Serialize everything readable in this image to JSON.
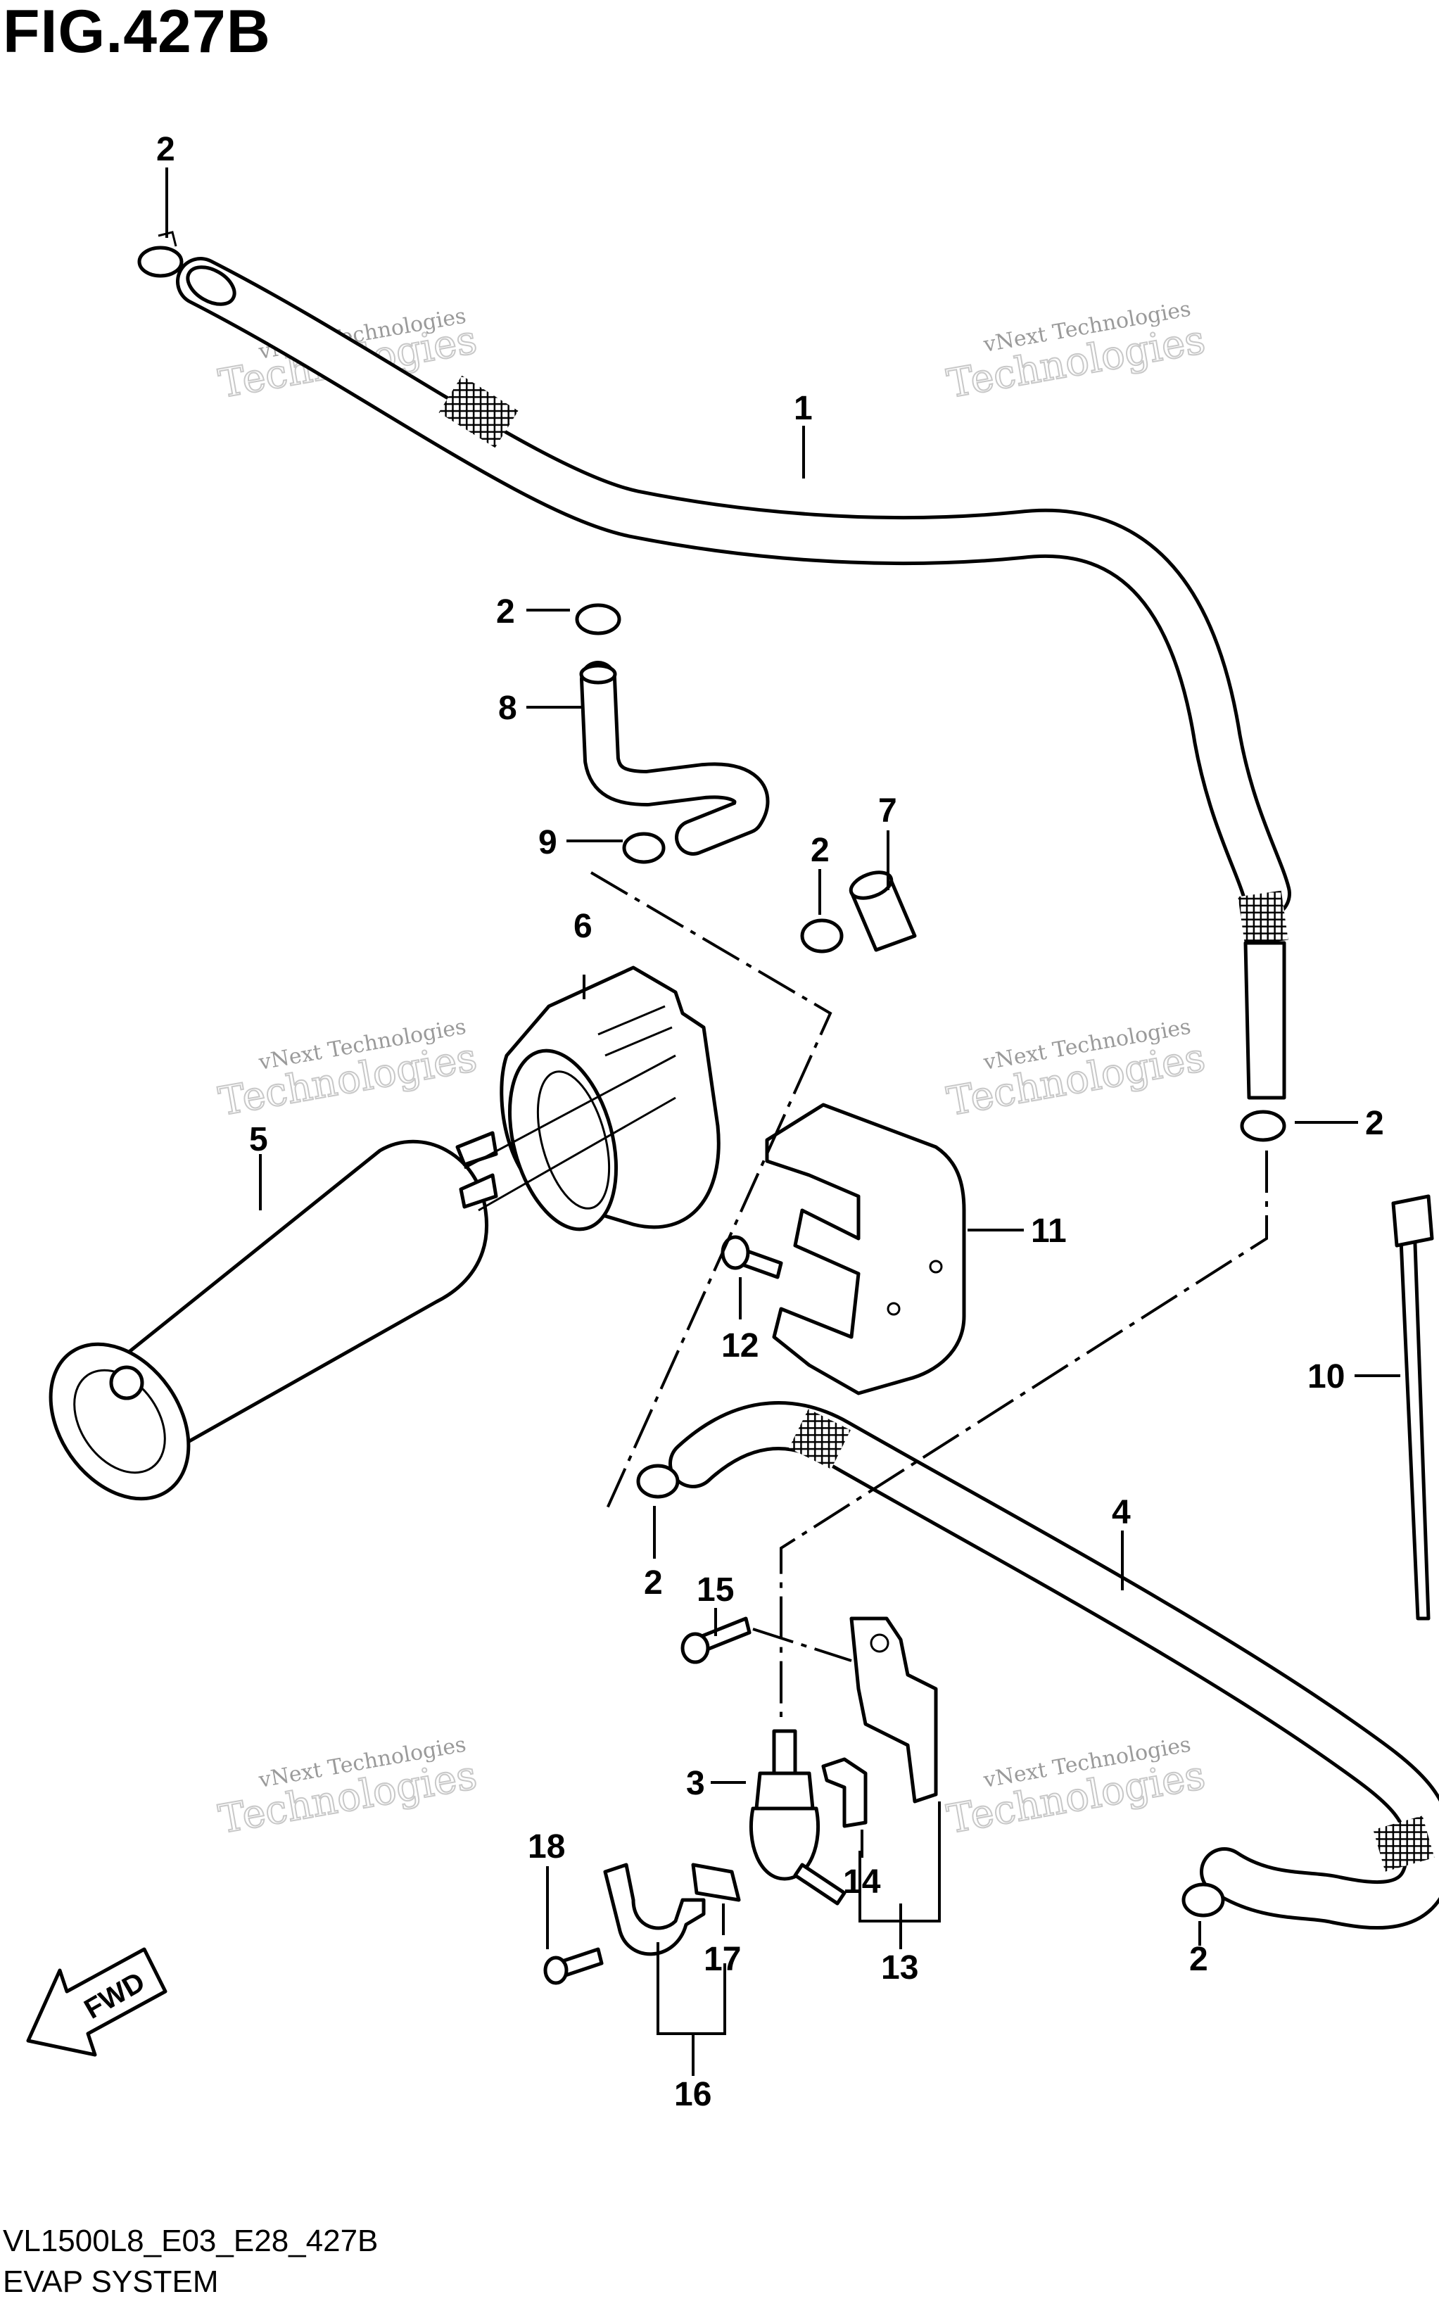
{
  "figure": {
    "title": "FIG.427B",
    "code": "VL1500L8_E03_E28_427B",
    "name": "EVAP SYSTEM",
    "direction_label": "FWD"
  },
  "watermarks": [
    {
      "small": "vNext Technologies",
      "big": "Technologies"
    },
    {
      "small": "vNext Technologies",
      "big": "Technologies"
    },
    {
      "small": "vNext Technologies",
      "big": "Technologies"
    },
    {
      "small": "vNext Technologies",
      "big": "Technologies"
    },
    {
      "small": "vNext Technologies",
      "big": "Technologies"
    },
    {
      "small": "vNext Technologies",
      "big": "Technologies"
    }
  ],
  "callouts": {
    "c1": "1",
    "c2a": "2",
    "c2b": "2",
    "c2c": "2",
    "c2d": "2",
    "c2e": "2",
    "c2f": "2",
    "c3": "3",
    "c4": "4",
    "c5": "5",
    "c6": "6",
    "c7": "7",
    "c8": "8",
    "c9": "9",
    "c10": "10",
    "c11": "11",
    "c12": "12",
    "c13": "13",
    "c14": "14",
    "c15": "15",
    "c16": "16",
    "c17": "17",
    "c18": "18"
  }
}
